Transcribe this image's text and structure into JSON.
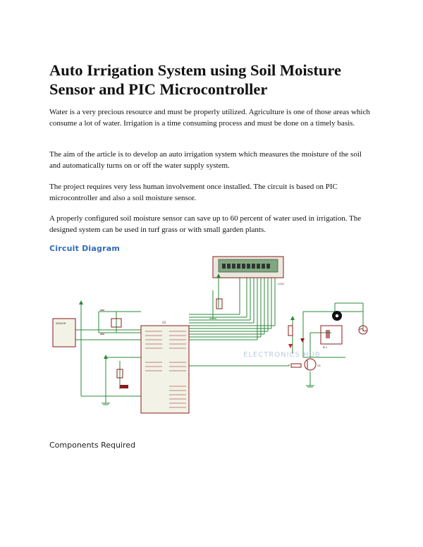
{
  "article": {
    "title": "Auto Irrigation System using Soil Moisture Sensor and PIC Microcontroller",
    "paragraphs": [
      "Water is a very precious resource and must be properly utilized. Agriculture is one of those areas which consume a lot of water. Irrigation is a time consuming process and must be done on a timely basis.",
      "The aim of the article is to develop an auto irrigation system which measures the moisture of the soil and automatically turns on or off the water supply system.",
      "The project requires very less human involvement once installed. The circuit is based on PIC microcontroller and also a soil moisture sensor.",
      "A properly configured soil moisture sensor can save up to 60 percent of water used in irrigation. The designed system can be used in turf grass or with small garden plants."
    ],
    "circuit_heading": "Circuit Diagram",
    "components_heading": "Components Required"
  },
  "circuit": {
    "watermark": "ELECTRONICS HUB",
    "sensor_label": "SENSOR",
    "mcu_label": "U1",
    "lcd_label": "LCD1",
    "relay_label": "RL1",
    "transistor_label": "Q1"
  },
  "colors": {
    "wire": "#2a8a3a",
    "component": "#8b1a1a",
    "chip_fill": "#f2f2e6",
    "lcd_screen": "#7fa77f",
    "watermark": "#3a6fb0"
  }
}
